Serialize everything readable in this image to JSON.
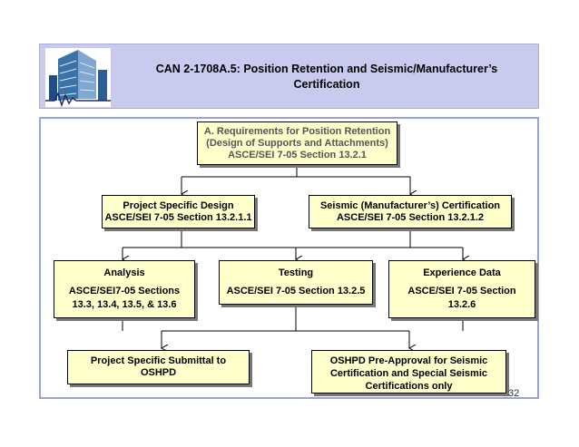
{
  "title": {
    "line1": "CAN 2-1708A.5: Position Retention and Seismic/Manufacturer’s",
    "line2": "Certification"
  },
  "boxes": {
    "requirements": {
      "line1": "A. Requirements for Position Retention",
      "line2": "(Design of Supports and Attachments)",
      "line3": "ASCE/SEI 7-05 Section 13.2.1"
    },
    "project_design": {
      "line1": "Project Specific Design",
      "line2": "ASCE/SEI 7-05 Section 13.2.1.1"
    },
    "seismic_cert": {
      "line1": "Seismic (Manufacturer’s) Certification",
      "line2": "ASCE/SEI 7-05 Section 13.2.1.2"
    },
    "analysis": {
      "line1": "Analysis",
      "line2": "ASCE/SEI7-05 Sections",
      "line3": "13.3, 13.4, 13.5, & 13.6"
    },
    "testing": {
      "line1": "Testing",
      "line2": "ASCE/SEI 7-05 Section 13.2.5"
    },
    "experience": {
      "line1": "Experience Data",
      "line2": "ASCE/SEI 7-05 Section",
      "line3": "13.2.6"
    },
    "submittal": {
      "line1": "Project Specific Submittal to",
      "line2": "OSHPD"
    },
    "preapproval": {
      "line1": "OSHPD Pre-Approval for Seismic",
      "line2": "Certification and Special Seismic",
      "line3": "Certifications only"
    }
  },
  "page_number": "32"
}
